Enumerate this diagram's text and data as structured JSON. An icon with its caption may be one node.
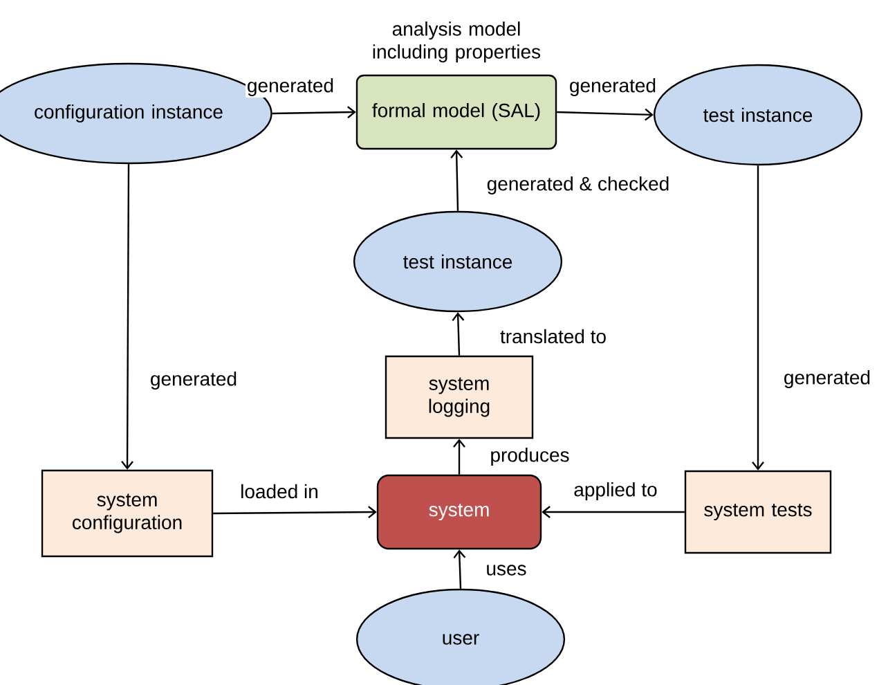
{
  "diagram": {
    "nodes": [
      {
        "text": [
          "configuration instance"
        ]
      },
      {
        "text": [
          "analysis model including properties",
          "formal model (SAL)"
        ]
      },
      {
        "text": [
          "test instance"
        ]
      },
      {
        "text": [
          "test instance"
        ]
      },
      {
        "text": [
          "system logging"
        ]
      },
      {
        "text": [
          "system configuration"
        ]
      },
      {
        "text": [
          "system"
        ]
      },
      {
        "text": [
          "system tests"
        ]
      },
      {
        "text": [
          "user"
        ]
      }
    ],
    "edges": [
      {
        "from": 0,
        "to": 1,
        "arrow": "to",
        "label": "generated"
      },
      {
        "from": 1,
        "to": 2,
        "arrow": "to",
        "label": "generated"
      },
      {
        "from": 3,
        "to": 1,
        "arrow": "to",
        "label": "generated & checked"
      },
      {
        "from": 4,
        "to": 3,
        "arrow": "to",
        "label": "translated to"
      },
      {
        "from": 0,
        "to": 5,
        "arrow": "to",
        "label": "generated"
      },
      {
        "from": 2,
        "to": 7,
        "arrow": "to",
        "label": "generated"
      },
      {
        "from": 6,
        "to": 4,
        "arrow": "to",
        "label": "produces"
      },
      {
        "from": 5,
        "to": 6,
        "arrow": "to",
        "label": "loaded in"
      },
      {
        "from": 7,
        "to": 6,
        "arrow": "to",
        "label": "applied to"
      },
      {
        "from": 8,
        "to": 6,
        "arrow": "to",
        "label": "uses"
      }
    ]
  }
}
